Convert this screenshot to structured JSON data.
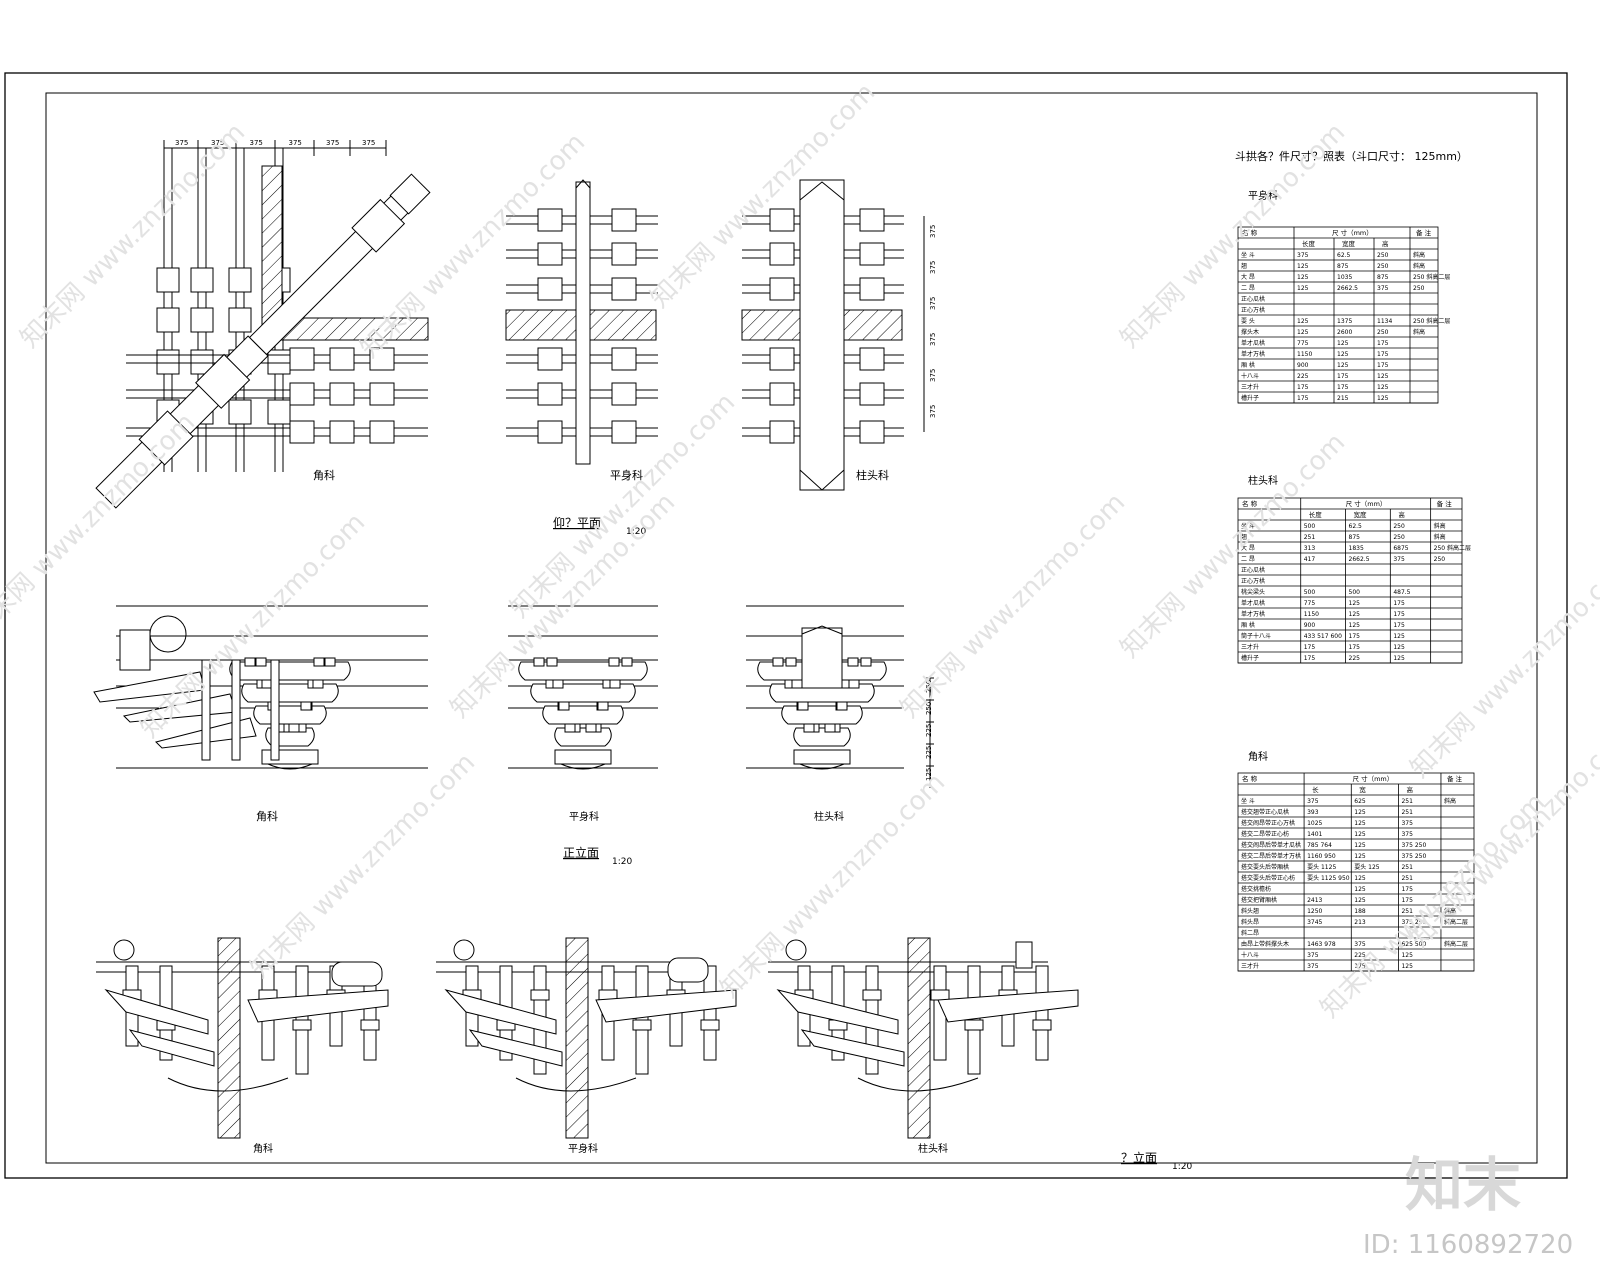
{
  "drawing": {
    "views": {
      "plan_title": "仰？平面",
      "plan_scale": "1:20",
      "front_title": "正立面",
      "front_scale": "1:20",
      "side_title": "？立面",
      "side_scale": "1:20"
    },
    "labels": {
      "corner": "角科",
      "flat": "平身科",
      "column": "柱头科"
    },
    "dims_top": [
      "375",
      "375",
      "375",
      "375",
      "375",
      "375"
    ],
    "dims_right": [
      "375",
      "375",
      "375",
      "375",
      "375",
      "375"
    ],
    "dims_front": [
      "250",
      "250",
      "225",
      "225",
      "125"
    ]
  },
  "table_title": "斗拱各？件尺寸？照表（斗口尺寸： 125mm）",
  "table1": {
    "title": "平身科",
    "head": [
      "名 称",
      "尺 寸（mm）",
      "备 注"
    ],
    "subhead": [
      "",
      "长度",
      "宽度",
      "高",
      ""
    ],
    "rows": [
      [
        "坐 斗",
        "375",
        "62.5",
        "250",
        "斜高"
      ],
      [
        "翘",
        "125",
        "875",
        "250",
        "斜高"
      ],
      [
        "大 昂",
        "125",
        "1035",
        "875",
        "250 斜高二层"
      ],
      [
        "二 昂",
        "125",
        "2662.5",
        "375",
        "250"
      ],
      [
        "正心瓜栱",
        "",
        "",
        "",
        ""
      ],
      [
        "正心万栱",
        "",
        "",
        "",
        ""
      ],
      [
        "耍 头",
        "125",
        "1375",
        "1134",
        "250 斜高二层"
      ],
      [
        "撑头木",
        "125",
        "2600",
        "250",
        "斜高"
      ],
      [
        "单才瓜栱",
        "775",
        "125",
        "175",
        ""
      ],
      [
        "单才万栱",
        "1150",
        "125",
        "175",
        ""
      ],
      [
        "厢 栱",
        "900",
        "125",
        "175",
        ""
      ],
      [
        "十八斗",
        "225",
        "175",
        "125",
        ""
      ],
      [
        "三才升",
        "175",
        "175",
        "125",
        ""
      ],
      [
        "槽升子",
        "175",
        "215",
        "125",
        ""
      ]
    ]
  },
  "table2": {
    "title": "柱头科",
    "head": [
      "名 称",
      "尺 寸（mm）",
      "备 注"
    ],
    "subhead": [
      "",
      "长度",
      "宽度",
      "高",
      ""
    ],
    "rows": [
      [
        "坐 斗",
        "500",
        "62.5",
        "250",
        "斜高"
      ],
      [
        "翘",
        "251",
        "875",
        "250",
        "斜高"
      ],
      [
        "大 昂",
        "313",
        "1835",
        "6875",
        "250 斜高二层"
      ],
      [
        "二 昂",
        "417",
        "2662.5",
        "375",
        "250"
      ],
      [
        "正心瓜栱",
        "",
        "",
        "",
        ""
      ],
      [
        "正心万栱",
        "",
        "",
        "",
        ""
      ],
      [
        "桃尖梁头",
        "500",
        "500",
        "487.5",
        ""
      ],
      [
        "单才瓜栱",
        "775",
        "125",
        "175",
        ""
      ],
      [
        "单才万栱",
        "1150",
        "125",
        "175",
        ""
      ],
      [
        "厢 栱",
        "900",
        "125",
        "175",
        ""
      ],
      [
        "筒子十八斗",
        "433 517 600",
        "175",
        "125",
        ""
      ],
      [
        "三才升",
        "175",
        "175",
        "125",
        ""
      ],
      [
        "槽升子",
        "175",
        "225",
        "125",
        ""
      ]
    ]
  },
  "table3": {
    "title": "角科",
    "head": [
      "名 称",
      "尺 寸（mm）",
      "备 注"
    ],
    "subhead": [
      "",
      "长",
      "宽",
      "高",
      ""
    ],
    "rows": [
      [
        "坐 斗",
        "375",
        "625",
        "251",
        "斜高"
      ],
      [
        "搭交翘带正心瓜栱",
        "393",
        "125",
        "251",
        ""
      ],
      [
        "搭交闹昂带正心万栱",
        "1025",
        "125",
        "375",
        ""
      ],
      [
        "搭交二昂带正心枋",
        "1401",
        "125",
        "375",
        ""
      ],
      [
        "搭交闹昂后带单才瓜栱",
        "785 764",
        "125",
        "375 250",
        ""
      ],
      [
        "搭交二昂后带单才万栱",
        "1160 950",
        "125",
        "375 250",
        ""
      ],
      [
        "搭交耍头后带厢栱",
        "耍头 1125",
        "耍头 125",
        "251",
        ""
      ],
      [
        "搭交耍头后带正心枋",
        "耍头 1125 950",
        "125",
        "251",
        ""
      ],
      [
        "搭交挑檐枋",
        "",
        "125",
        "175",
        ""
      ],
      [
        "搭交把臂厢栱",
        "2413",
        "125",
        "175",
        ""
      ],
      [
        "斜头翘",
        "1250",
        "188",
        "251",
        "斜高"
      ],
      [
        "斜头昂",
        "3745",
        "213",
        "375 250",
        "斜高二层"
      ],
      [
        "斜二昂",
        "",
        "",
        "",
        ""
      ],
      [
        "由昂上带斜撑头木",
        "1463 978",
        "375",
        "625 500",
        "斜高二层"
      ],
      [
        "十八斗",
        "375",
        "225",
        "125",
        ""
      ],
      [
        "三才升",
        "375",
        "175",
        "125",
        ""
      ]
    ]
  },
  "watermark": {
    "url": "www.znzmo.com",
    "brand": "知末网",
    "logo": "知末",
    "id_text": "ID: 1160892720"
  }
}
